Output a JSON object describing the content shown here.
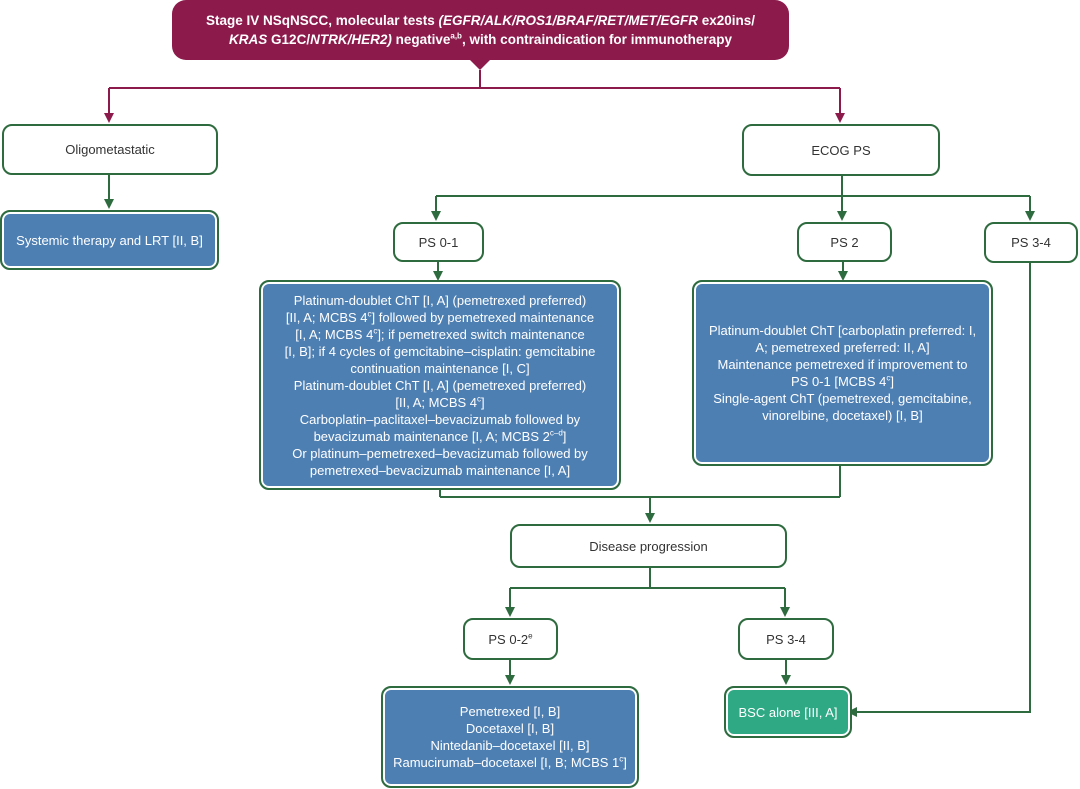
{
  "colors": {
    "header_bg": "#8c1a4b",
    "box_border": "#2e6b3e",
    "box_blue": "#4e7fb3",
    "box_teal": "#2fa984",
    "header_arrow": "#8c1a4b",
    "arrow": "#2e6b3e"
  },
  "header": {
    "line1_a": "Stage IV NSqNSCC, molecular tests ",
    "line1_b": "(EGFR/ALK/ROS1/BRAF/RET/MET/EGFR",
    "line1_c": " ex20ins/",
    "line2_a": "KRAS",
    "line2_b": " G12C/",
    "line2_c": "NTRK/HER2)",
    "line2_d": " negative",
    "line2_sup": "a,b",
    "line2_e": ",  with contraindication for immunotherapy"
  },
  "nodes": {
    "oligometastatic": "Oligometastatic",
    "systemic_lrt": "Systemic therapy and LRT [II, B]",
    "ecog_ps": "ECOG PS",
    "ps01": "PS 0-1",
    "ps2": "PS 2",
    "ps34_top": "PS 3-4",
    "ps01_treatment": {
      "l1": "Platinum-doublet ChT [I, A] (pemetrexed preferred)",
      "l2a": "[II, A; MCBS 4",
      "l2sup": "c",
      "l2b": "] followed by pemetrexed maintenance",
      "l3a": "[I, A; MCBS 4",
      "l3sup": "c",
      "l3b": "]; if pemetrexed switch maintenance",
      "l4": "[I, B]; if 4 cycles of gemcitabine–cisplatin: gemcitabine",
      "l5": "continuation maintenance [I, C]",
      "l6": "Platinum-doublet ChT [I, A] (pemetrexed preferred)",
      "l7a": "[II, A; MCBS 4",
      "l7sup": "c",
      "l7b": "]",
      "l8": "Carboplatin–paclitaxel–bevacizumab followed by",
      "l9a": "bevacizumab maintenance [I, A; MCBS 2",
      "l9sup": "c–d",
      "l9b": "]",
      "l10": "Or platinum–pemetrexed–bevacizumab followed by",
      "l11": "pemetrexed–bevacizumab maintenance [I, A]"
    },
    "ps2_treatment": {
      "l1": "Platinum-doublet ChT [carboplatin preferred: I,",
      "l2": "A; pemetrexed preferred: II, A]",
      "l3": "Maintenance pemetrexed if improvement to",
      "l4a": "PS 0-1 [MCBS 4",
      "l4sup": "c",
      "l4b": "]",
      "l5": "Single-agent ChT (pemetrexed, gemcitabine,",
      "l6": "vinorelbine, docetaxel) [I, B]"
    },
    "disease_progression": "Disease progression",
    "ps02": {
      "label": "PS 0-2",
      "sup": "e"
    },
    "ps34_bottom": "PS 3-4",
    "second_line": {
      "l1": "Pemetrexed [I, B]",
      "l2": "Docetaxel [I, B]",
      "l3": "Nintedanib–docetaxel [II, B]",
      "l4a": "Ramucirumab–docetaxel [I, B; MCBS 1",
      "l4sup": "c",
      "l4b": "]"
    },
    "bsc": "BSC alone [III, A]"
  }
}
